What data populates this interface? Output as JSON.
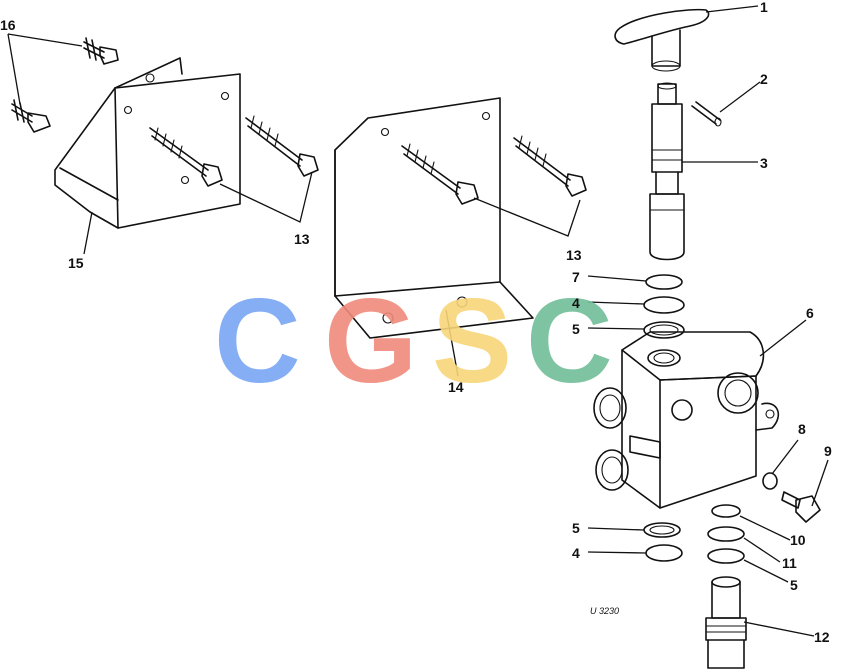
{
  "drawing_ref": "U 3230",
  "watermark": {
    "letters": [
      "C",
      "G",
      "S",
      "C"
    ],
    "colors": [
      "#7aa6f4",
      "#f08a7c",
      "#f7d57a",
      "#71be98"
    ]
  },
  "callouts": {
    "c1": "1",
    "c2": "2",
    "c3": "3",
    "c4a": "4",
    "c4b": "4",
    "c5a": "5",
    "c5b": "5",
    "c5c": "5",
    "c6": "6",
    "c7": "7",
    "c8": "8",
    "c9": "9",
    "c10": "10",
    "c11": "11",
    "c12": "12",
    "c13a": "13",
    "c13b": "13",
    "c14": "14",
    "c15": "15",
    "c16": "16"
  }
}
